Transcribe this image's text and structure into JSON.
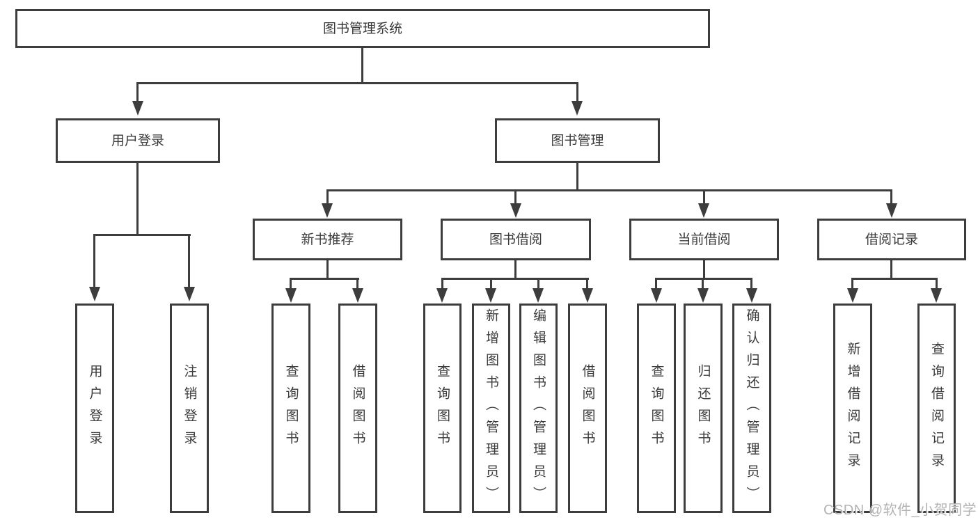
{
  "diagram": {
    "root": {
      "label": "图书管理系统"
    },
    "level2": [
      {
        "label": "用户登录"
      },
      {
        "label": "图书管理"
      }
    ],
    "user_login_children": [
      "用户登录",
      "注销登录"
    ],
    "book_management_groups": [
      {
        "label": "新书推荐",
        "children": [
          "查询图书",
          "借阅图书"
        ]
      },
      {
        "label": "图书借阅",
        "children": [
          "查询图书",
          "新增图书（管理员）",
          "编辑图书（管理员）",
          "借阅图书"
        ]
      },
      {
        "label": "当前借阅",
        "children": [
          "查询图书",
          "归还图书",
          "确认归还（管理员）"
        ]
      },
      {
        "label": "借阅记录",
        "children": [
          "新增借阅记录",
          "查询借阅记录"
        ]
      }
    ]
  },
  "colors": {
    "line": "#3d3d3d",
    "text": "#3a3a3a",
    "box_background": "#ffffff",
    "page_background": "#ffffff",
    "watermark": "#b3b3b3"
  },
  "watermark": "CSDN @软件_小贺同学"
}
